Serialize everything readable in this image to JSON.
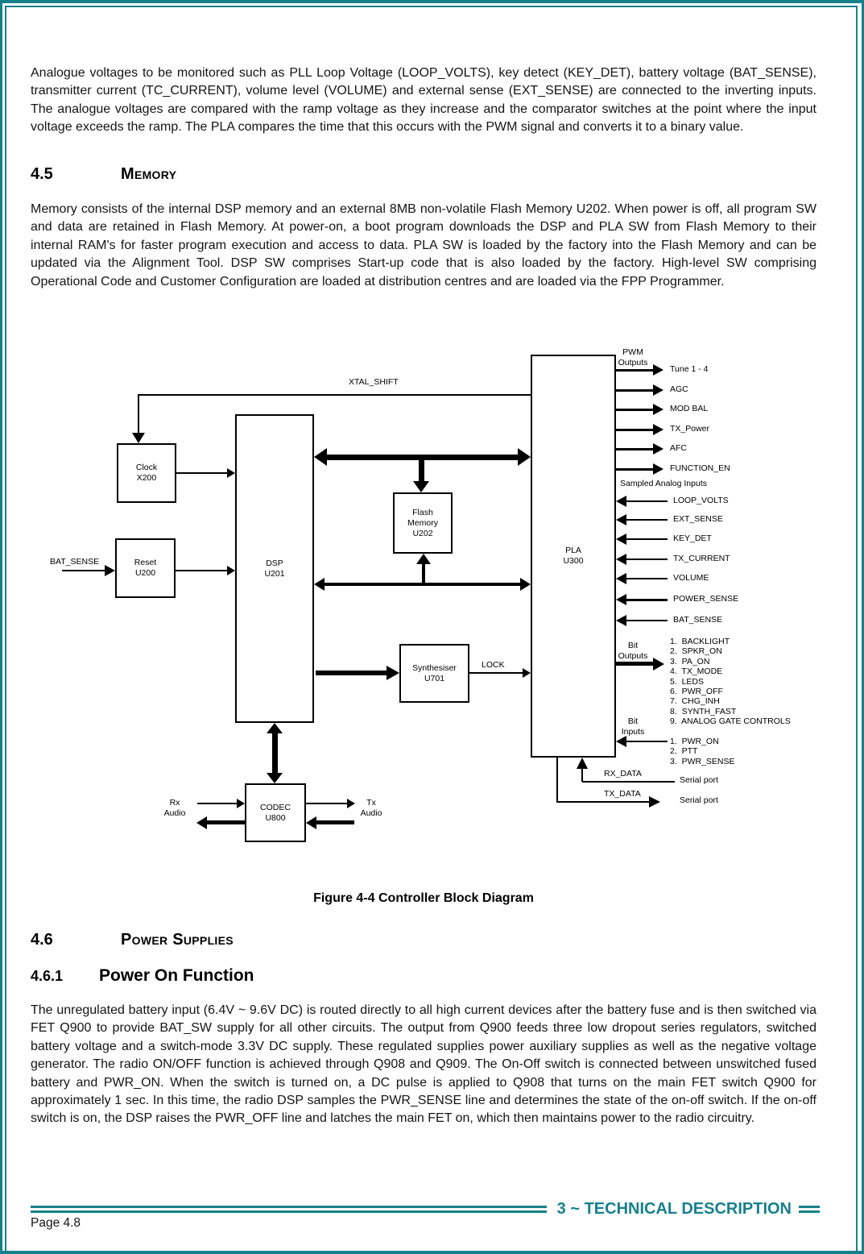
{
  "colors": {
    "teal": "#16808b",
    "line": "#000000"
  },
  "intro_paragraph": "Analogue voltages to be monitored such as PLL Loop Voltage (LOOP_VOLTS), key detect (KEY_DET), battery voltage (BAT_SENSE), transmitter current (TC_CURRENT), volume level (VOLUME) and external sense (EXT_SENSE) are connected to the inverting inputs.  The analogue voltages are compared with the ramp voltage as they increase and the comparator switches at the point where the input voltage exceeds the ramp. The PLA compares the time that this occurs with the PWM signal and converts it to a binary value.",
  "section_45": {
    "number": "4.5",
    "title": "Memory",
    "body": "Memory consists of the internal DSP memory and an external 8MB non-volatile Flash Memory U202. When power is off, all program SW and data are retained in Flash Memory. At power-on, a boot program downloads the DSP and PLA SW from Flash Memory to their internal RAM's for faster program execution and access to data. PLA SW is loaded by the factory into the Flash Memory and can be updated via the Alignment Tool. DSP SW comprises Start-up code that is also loaded by the factory. High-level SW comprising Operational Code and Customer Configuration are loaded at distribution centres and are loaded via the FPP Programmer."
  },
  "figure_caption": "Figure 4-4 Controller Block Diagram",
  "section_46": {
    "number": "4.6",
    "title": "Power Supplies"
  },
  "section_461": {
    "number": "4.6.1",
    "title": "Power On Function",
    "body": "The unregulated battery input (6.4V ~ 9.6V DC) is routed directly to all high current devices after the battery fuse and is then switched via FET Q900 to provide BAT_SW supply for all other circuits. The output from Q900 feeds three low dropout series regulators, switched battery voltage and a switch-mode 3.3V DC supply. These regulated supplies power auxiliary supplies as well as the negative voltage generator. The radio ON/OFF function is achieved through Q908 and Q909. The On-Off switch is connected between unswitched fused battery and PWR_ON.  When the switch is turned on, a DC pulse is applied to Q908 that turns on the main FET switch Q900 for approximately 1 sec.  In this time, the radio DSP samples the PWR_SENSE line and determines the state of the on-off switch.  If the on-off switch is on, the DSP raises the PWR_OFF line and latches the main FET on, which then maintains power to the radio circuitry."
  },
  "footer": {
    "chapter": "3 ~ TECHNICAL DESCRIPTION",
    "page": "Page 4.8"
  },
  "diagram": {
    "blocks": {
      "clock": "Clock\nX200",
      "reset": "Reset\nU200",
      "dsp": "DSP\nU201",
      "flash": "Flash\nMemory\nU202",
      "synth": "Synthesiser\nU701",
      "pla": "PLA\nU300",
      "codec": "CODEC\nU800"
    },
    "labels": {
      "xtal_shift": "XTAL_SHIFT",
      "bat_sense": "BAT_SENSE",
      "lock": "LOCK",
      "pwm_outputs_title": "PWM\nOutputs",
      "sampled_inputs_title": "Sampled Analog Inputs",
      "bit_outputs_title": "Bit\nOutputs",
      "bit_inputs_title": "Bit\nInputs",
      "rx_data": "RX_DATA",
      "tx_data": "TX_DATA",
      "serial_port_rx": "Serial port",
      "serial_port_tx": "Serial port",
      "rx_audio": "Rx\nAudio",
      "tx_audio": "Tx\nAudio"
    },
    "pwm_outputs": [
      "Tune 1 - 4",
      "AGC",
      "MOD BAL",
      "TX_Power",
      "AFC",
      "FUNCTION_EN"
    ],
    "sampled_inputs": [
      "LOOP_VOLTS",
      "EXT_SENSE",
      "KEY_DET",
      "TX_CURRENT",
      "VOLUME",
      "POWER_SENSE",
      "BAT_SENSE"
    ],
    "bit_outputs": [
      "1.  BACKLIGHT",
      "2.  SPKR_ON",
      "3.  PA_ON",
      "4.  TX_MODE",
      "5.  LEDS",
      "6.  PWR_OFF",
      "7.  CHG_INH",
      "8.  SYNTH_FAST",
      "9.  ANALOG GATE CONTROLS"
    ],
    "bit_inputs": [
      "1.  PWR_ON",
      "2.  PTT",
      "3.  PWR_SENSE"
    ]
  }
}
